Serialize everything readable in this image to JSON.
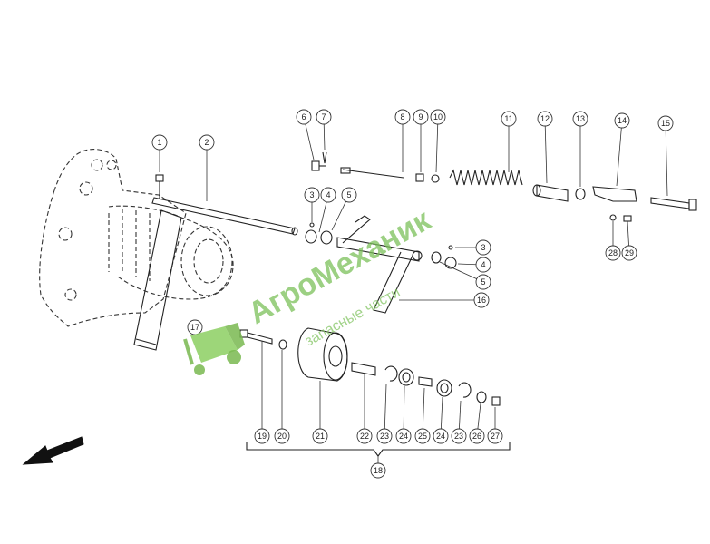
{
  "diagram": {
    "callouts": [
      {
        "label": "1"
      },
      {
        "label": "2"
      },
      {
        "label": "3"
      },
      {
        "label": "4"
      },
      {
        "label": "5"
      },
      {
        "label": "6"
      },
      {
        "label": "7"
      },
      {
        "label": "8"
      },
      {
        "label": "9"
      },
      {
        "label": "10"
      },
      {
        "label": "11"
      },
      {
        "label": "12"
      },
      {
        "label": "13"
      },
      {
        "label": "14"
      },
      {
        "label": "15"
      },
      {
        "label": "3"
      },
      {
        "label": "4"
      },
      {
        "label": "5"
      },
      {
        "label": "16"
      },
      {
        "label": "17"
      },
      {
        "label": "28"
      },
      {
        "label": "29"
      },
      {
        "label": "19"
      },
      {
        "label": "20"
      },
      {
        "label": "21"
      },
      {
        "label": "22"
      },
      {
        "label": "23"
      },
      {
        "label": "24"
      },
      {
        "label": "25"
      },
      {
        "label": "24"
      },
      {
        "label": "23"
      },
      {
        "label": "26"
      },
      {
        "label": "27"
      },
      {
        "label": "18"
      }
    ]
  },
  "watermark": {
    "brand": "АгроМеханик",
    "subtitle": "запасные части",
    "color": "#7cc15a"
  }
}
